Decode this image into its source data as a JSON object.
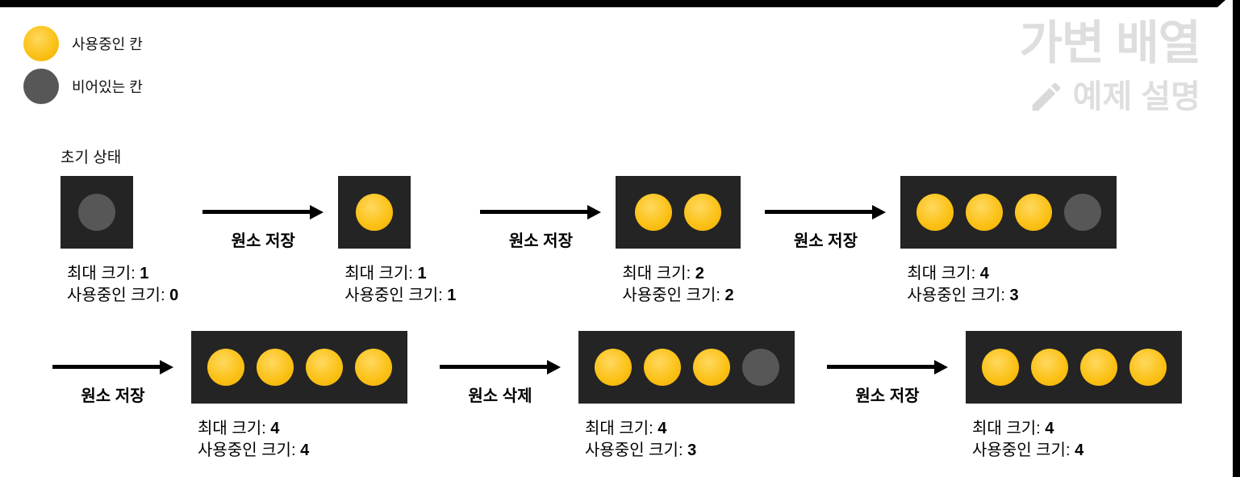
{
  "header": {
    "title": "가변 배열",
    "subtitle": "예제 설명"
  },
  "legend": {
    "items": [
      {
        "id": "used",
        "label": "사용중인 칸"
      },
      {
        "id": "empty",
        "label": "비어있는 칸"
      }
    ]
  },
  "colors": {
    "frame_bar": "#000000",
    "box_background": "#242424",
    "cell_empty": "#575757",
    "cell_used_light": "#ffd85f",
    "cell_used_dark": "#f3ad01",
    "title_text": "#dedede"
  },
  "diagram": {
    "initial_state_label": "초기 상태",
    "stages": [
      {
        "cells": [
          "empty"
        ],
        "max_label": "최대 크기:",
        "max_value": "1",
        "used_label": "사용중인 크기:",
        "used_value": "0"
      },
      {
        "cells": [
          "used"
        ],
        "max_label": "최대 크기:",
        "max_value": "1",
        "used_label": "사용중인 크기:",
        "used_value": "1"
      },
      {
        "cells": [
          "used",
          "used"
        ],
        "max_label": "최대 크기:",
        "max_value": "2",
        "used_label": "사용중인 크기:",
        "used_value": "2"
      },
      {
        "cells": [
          "used",
          "used",
          "used",
          "empty"
        ],
        "max_label": "최대 크기:",
        "max_value": "4",
        "used_label": "사용중인 크기:",
        "used_value": "3"
      },
      {
        "cells": [
          "used",
          "used",
          "used",
          "used"
        ],
        "max_label": "최대 크기:",
        "max_value": "4",
        "used_label": "사용중인 크기:",
        "used_value": "4"
      },
      {
        "cells": [
          "used",
          "used",
          "used",
          "empty"
        ],
        "max_label": "최대 크기:",
        "max_value": "4",
        "used_label": "사용중인 크기:",
        "used_value": "3"
      },
      {
        "cells": [
          "used",
          "used",
          "used",
          "used"
        ],
        "max_label": "최대 크기:",
        "max_value": "4",
        "used_label": "사용중인 크기:",
        "used_value": "4"
      }
    ],
    "transitions": [
      {
        "label": "원소 저장"
      },
      {
        "label": "원소 저장"
      },
      {
        "label": "원소 저장"
      },
      {
        "label": "원소 저장"
      },
      {
        "label": "원소 삭제"
      },
      {
        "label": "원소 저장"
      }
    ]
  }
}
